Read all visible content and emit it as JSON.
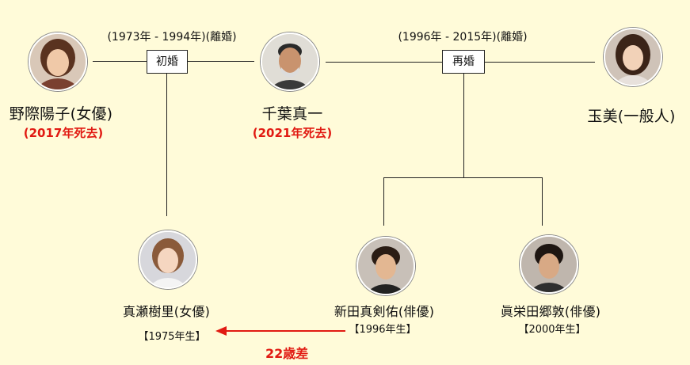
{
  "marriage1": {
    "period": "(1973年 - 1994年)(離婚)",
    "box_label": "初婚"
  },
  "marriage2": {
    "period": "(1996年 - 2015年)(離婚)",
    "box_label": "再婚"
  },
  "people": {
    "nogiwa": {
      "name": "野際陽子(女優)",
      "note": "(2017年死去)"
    },
    "chiba": {
      "name": "千葉真一",
      "note": "(2021年死去)"
    },
    "tamami": {
      "name": "玉美(一般人)"
    },
    "manase": {
      "name": "真瀬樹里(女優)",
      "birth": "【1975年生】"
    },
    "arata": {
      "name": "新田真剣佑(俳優)",
      "birth": "【1996年生】"
    },
    "gordon": {
      "name": "眞栄田郷敦(俳優)",
      "birth": "【2000年生】"
    }
  },
  "age_difference": "22歳差",
  "colors": {
    "background": "#fffbd9",
    "accent_red": "#e11a12",
    "line": "#222222"
  }
}
